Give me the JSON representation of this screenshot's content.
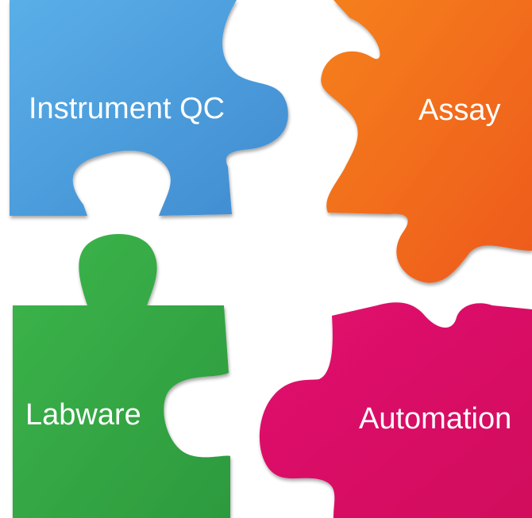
{
  "pieces": [
    {
      "id": "instrument-qc",
      "label": "Instrument QC",
      "color_top": "#5AAFE8",
      "color_bottom": "#3F8BD0"
    },
    {
      "id": "assay",
      "label": "Assay",
      "color_top": "#F5801F",
      "color_bottom": "#EE5A1E"
    },
    {
      "id": "labware",
      "label": "Labware",
      "color_top": "#3DB54A",
      "color_bottom": "#2C9A3E"
    },
    {
      "id": "automation",
      "label": "Automation",
      "color_top": "#E1126F",
      "color_bottom": "#D10F5C"
    }
  ]
}
